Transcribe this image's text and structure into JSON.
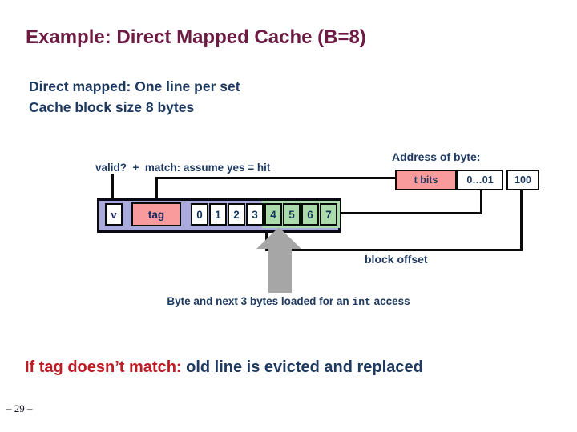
{
  "slide": {
    "title": "Example: Direct Mapped Cache (B=8)",
    "subtitle_line1": "Direct mapped: One line per set",
    "subtitle_line2": "Cache block size 8 bytes",
    "page_number": "– 29 –"
  },
  "diagram": {
    "valid_match_label": "valid?  +  match: assume yes = hit",
    "address_label": "Address of byte:",
    "address_fields": [
      {
        "label": "t bits"
      },
      {
        "label": "0…01"
      },
      {
        "label": "100"
      }
    ],
    "cache_line": {
      "valid_label": "v",
      "tag_label": "tag",
      "byte_cells": [
        "0",
        "1",
        "2",
        "3",
        "4",
        "5",
        "6",
        "7"
      ],
      "highlighted_cells": [
        "4",
        "5",
        "6",
        "7"
      ]
    },
    "block_offset_label": "block offset",
    "note_prefix": "Byte and next 3 bytes loaded for an ",
    "note_code": "int",
    "note_suffix": " access"
  },
  "conclusion": {
    "red_text": "If tag doesn’t match: ",
    "navy_text": "old line is evicted and replaced"
  },
  "colors": {
    "title_maroon": "#6D1B43",
    "navy_text": "#1E3A60",
    "alert_red": "#BE1B24",
    "salmon_fill": "#F99B9D",
    "lavender_fill": "#A9A9DB",
    "green_fill": "#ABDBAB",
    "arrow_gray": "#A6A6A6",
    "line_black": "#0A0A0A"
  }
}
